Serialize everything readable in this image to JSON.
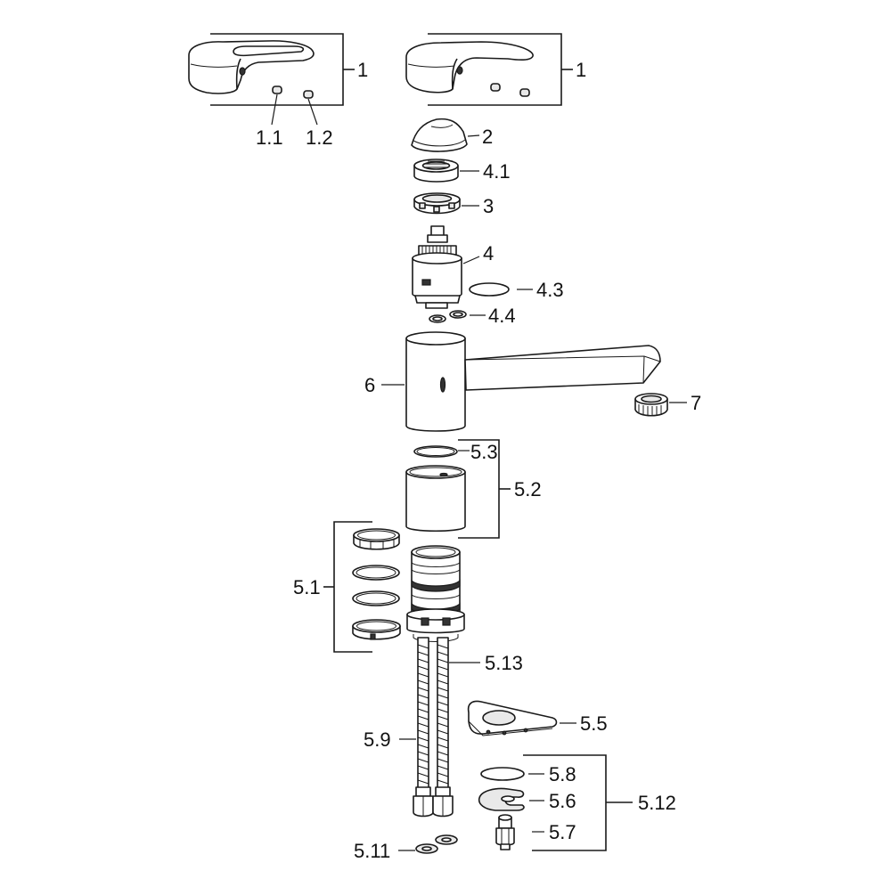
{
  "labels": {
    "l1a": "1",
    "l1b": "1",
    "l1_1": "1.1",
    "l1_2": "1.2",
    "l2": "2",
    "l4_1": "4.1",
    "l3": "3",
    "l4": "4",
    "l4_3": "4.3",
    "l4_4": "4.4",
    "l6": "6",
    "l7": "7",
    "l5_3": "5.3",
    "l5_2": "5.2",
    "l5_1": "5.1",
    "l5_13": "5.13",
    "l5_5": "5.5",
    "l5_9": "5.9",
    "l5_8": "5.8",
    "l5_6": "5.6",
    "l5_12": "5.12",
    "l5_7": "5.7",
    "l5_11": "5.11"
  },
  "colors": {
    "line": "#1a1a1a",
    "background": "#ffffff",
    "shade": "#e9e9e9"
  }
}
